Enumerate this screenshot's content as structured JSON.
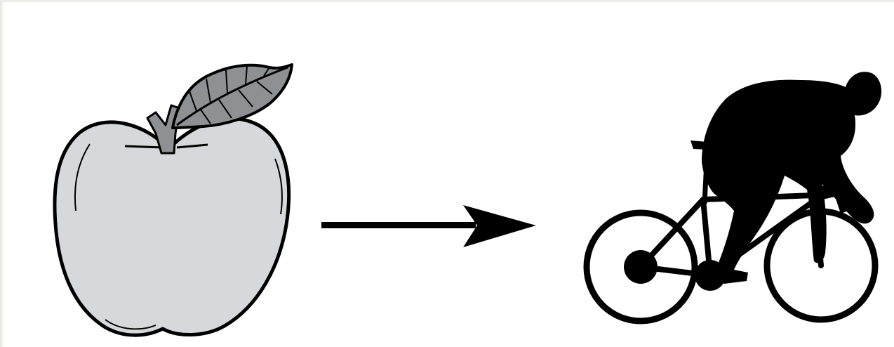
{
  "diagram": {
    "nodes": [
      {
        "id": "apple",
        "icon": "apple-icon",
        "label": ""
      },
      {
        "id": "cyclist",
        "icon": "cyclist-icon",
        "label": ""
      }
    ],
    "edges": [
      {
        "from": "apple",
        "to": "cyclist",
        "type": "arrow"
      }
    ]
  },
  "colors": {
    "background": "#ffffff",
    "apple_fill": "#d6d8db",
    "leaf_fill": "#8e9094",
    "outline": "#000000",
    "silhouette": "#000000"
  }
}
